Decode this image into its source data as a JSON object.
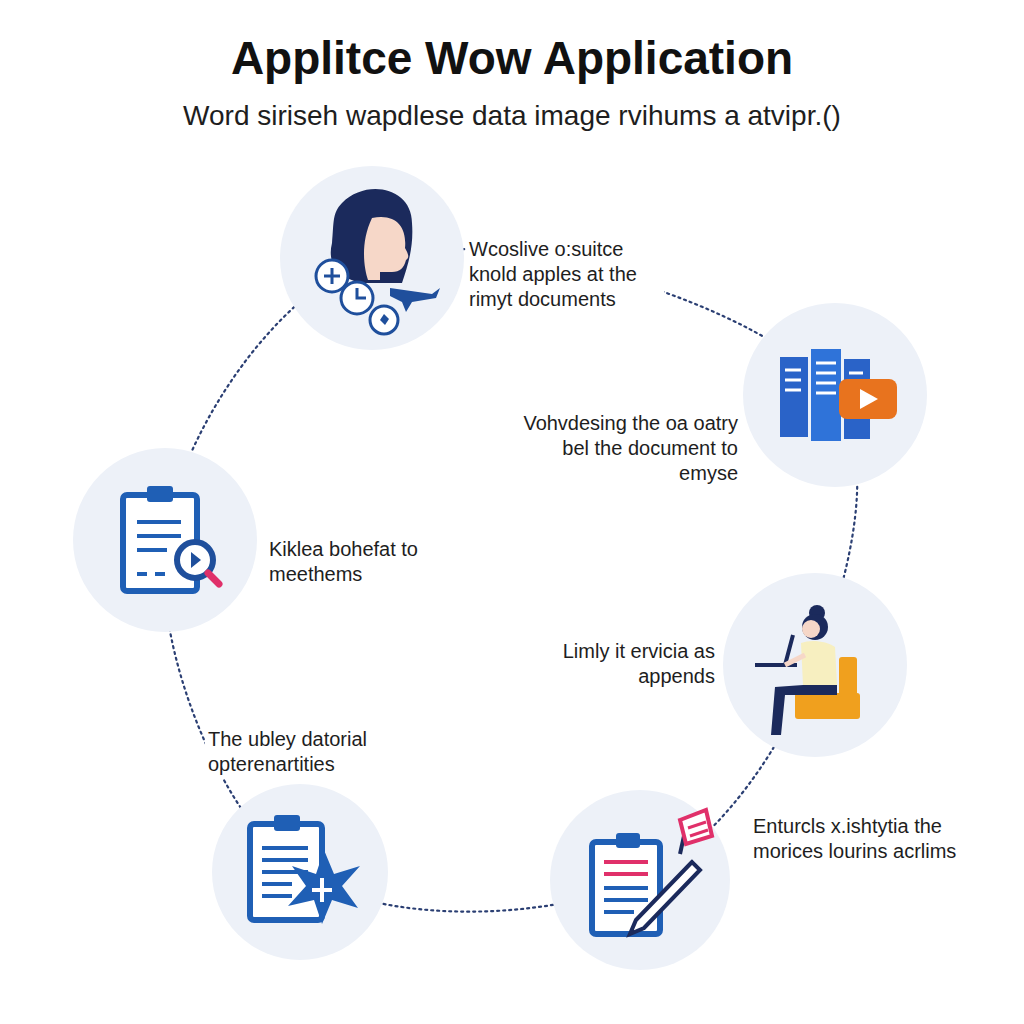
{
  "diagram": {
    "title": "Applitce Wow Application",
    "labels": [
      "Word siriseh wapdlese data image rvihums a atvipr.()",
      "Wcoslive o:suitce knold apples at the rimyt documents",
      "Vohvdesing the oa oatry bel the document to emyse",
      "Kiklea bohefat to meethems",
      "Limly it ervicia as appends",
      "The ubley datorial opterenartities",
      "Enturcls x.ishtytia the morices lourins acrlims"
    ]
  }
}
